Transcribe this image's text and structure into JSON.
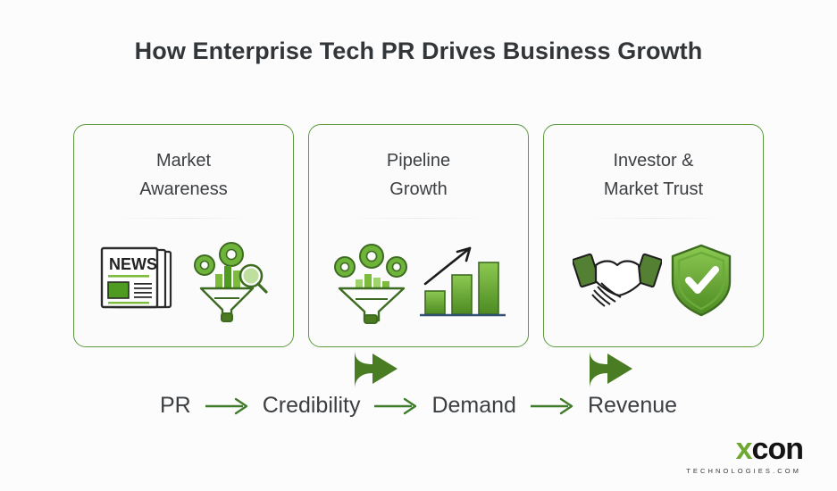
{
  "page": {
    "title": "How Enterprise Tech PR Drives Business Growth",
    "background_color": "#fcfcfd",
    "accent_color": "#5d9a3c",
    "arrow_color": "#4a7c24",
    "title_color": "#333639"
  },
  "cards": [
    {
      "title": "Market\nAwareness",
      "icons": [
        "newspaper-news-icon",
        "funnel-gears-magnifier-icon"
      ]
    },
    {
      "title": "Pipeline\nGrowth",
      "icons": [
        "funnel-gears-icon",
        "bar-chart-growth-arrow-icon"
      ]
    },
    {
      "title": "Investor &\nMarket Trust",
      "icons": [
        "handshake-icon",
        "shield-check-icon"
      ]
    }
  ],
  "connectors": [
    {
      "name": "card-connector-arrow-1"
    },
    {
      "name": "card-connector-arrow-2"
    }
  ],
  "newspaper": {
    "headline": "NEWS"
  },
  "flow": {
    "steps": [
      "PR",
      "Credibility",
      "Demand",
      "Revenue"
    ],
    "arrow_color": "#3f7c2a"
  },
  "logo": {
    "mark_first": "x",
    "mark_rest": "con",
    "tagline": "TECHNOLOGIES.COM",
    "mark_first_color": "#6ea832",
    "mark_rest_color": "#141414"
  }
}
